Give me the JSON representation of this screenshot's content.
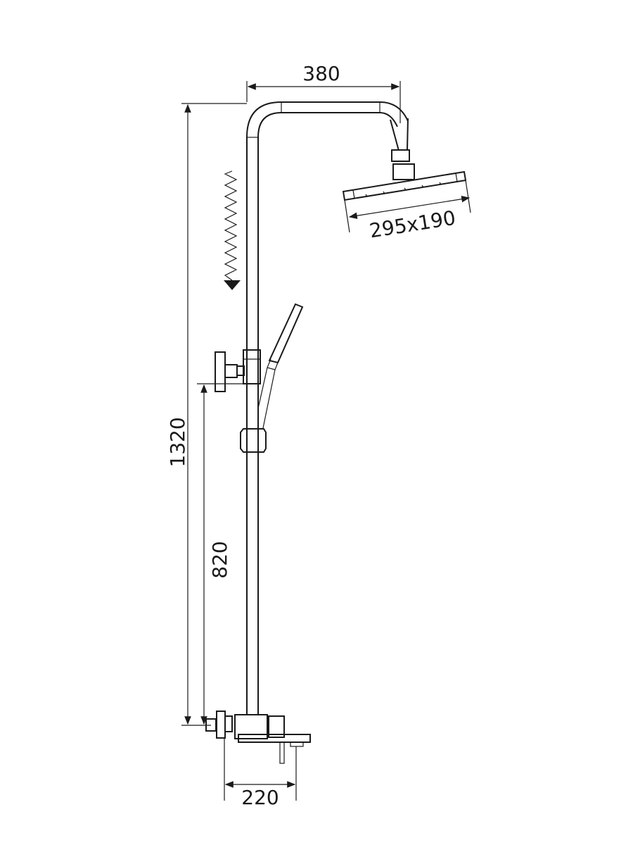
{
  "drawing": {
    "dimensions": {
      "arm_reach": "380",
      "head_size": "295x190",
      "total_height": "1320",
      "mixer_height": "820",
      "spout_length": "220"
    },
    "colors": {
      "line": "#1a1a1a",
      "background": "#ffffff"
    }
  }
}
